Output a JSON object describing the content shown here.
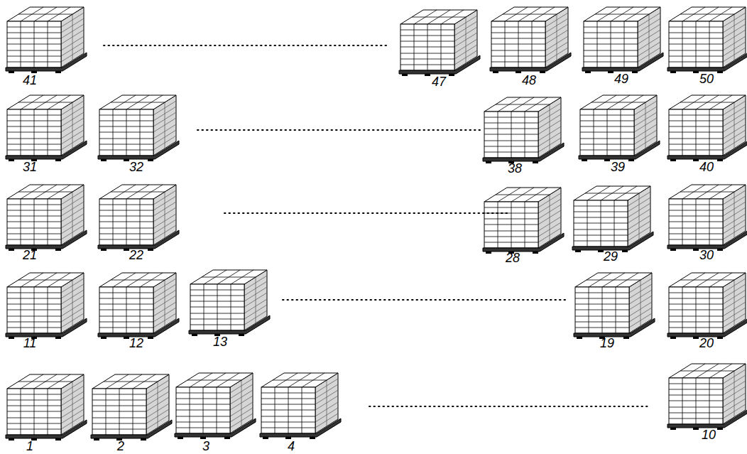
{
  "diagram": {
    "labels": [
      "41",
      "47",
      "48",
      "49",
      "50",
      "31",
      "32",
      "38",
      "39",
      "40",
      "21",
      "22",
      "28",
      "29",
      "30",
      "11",
      "12",
      "13",
      "19",
      "20",
      "1",
      "2",
      "3",
      "4",
      "10"
    ]
  }
}
